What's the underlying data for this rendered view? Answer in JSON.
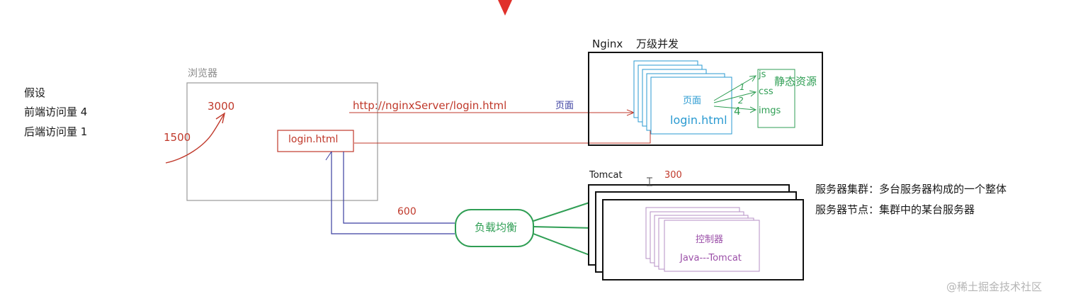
{
  "assumption": {
    "title": "假设",
    "frontend": "前端访问量 4",
    "backend": "后端访问量 1"
  },
  "browser": {
    "title": "浏览器",
    "num_3000": "3000",
    "num_1500": "1500",
    "login": "login.html"
  },
  "url": "http://nginxServer/login.html",
  "page_label": "页面",
  "nginx": {
    "title": "Nginx",
    "subtitle": "万级并发",
    "page_label": "页面",
    "login": "login.html",
    "num_1": "1",
    "num_2": "2",
    "num_4": "4",
    "js": "js",
    "css": "css",
    "imgs": "imgs",
    "static": "静态资源"
  },
  "lb": {
    "label": "负载均衡",
    "num_600": "600"
  },
  "tomcat": {
    "title": "Tomcat",
    "num_300": "300",
    "controller": "控制器",
    "java": "Java---Tomcat"
  },
  "cluster": {
    "line1": "服务器集群：多台服务器构成的一个整体",
    "line2": "服务器节点：集群中的某台服务器"
  },
  "watermark": "@稀土掘金技术社区",
  "colors": {
    "black": "#1a1a1a",
    "red": "#c0392b",
    "gray": "#8a8a8a",
    "blue": "#2a9ad1",
    "navy": "#3b3fa0",
    "green": "#2f9e54",
    "purple": "#9b4fa8"
  }
}
